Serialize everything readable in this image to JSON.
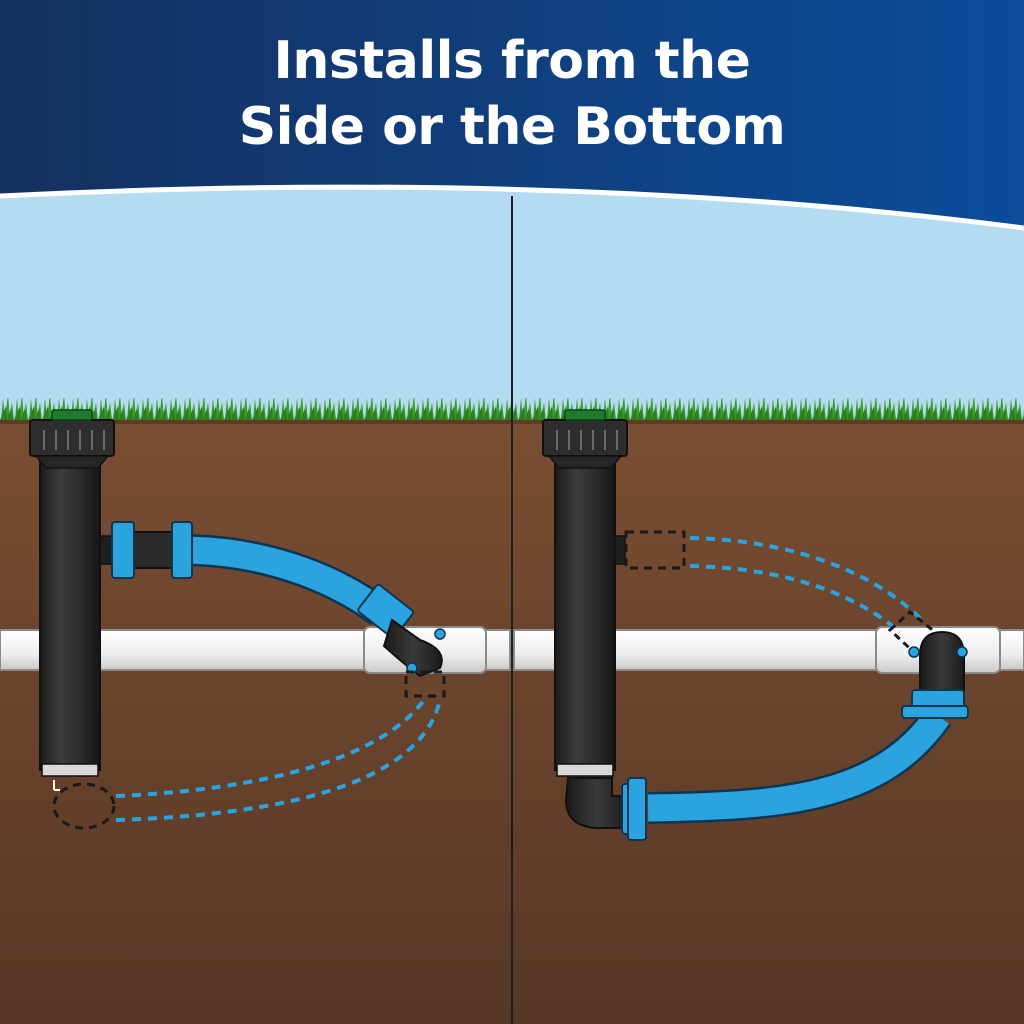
{
  "header": {
    "title_line1": "Installs from the",
    "title_line2": "Side or the Bottom"
  },
  "panels": [
    {
      "name": "side-inlet-installation",
      "active_connection": "side",
      "alternate_connection": "bottom"
    },
    {
      "name": "bottom-inlet-installation",
      "active_connection": "bottom",
      "alternate_connection": "side"
    }
  ],
  "colors": {
    "banner_dark": "#14305f",
    "banner_light": "#0b4d9b",
    "sky": "#b3dcf3",
    "grass": "#3e9a2a",
    "soil_top": "#7a4e32",
    "soil_bottom": "#5a3a27",
    "sprinkler_body": "#2b2b2b",
    "sprinkler_cap": "#1f7a2e",
    "flex_pipe": "#2aa3df",
    "flex_pipe_outline": "#0d3550",
    "main_pipe": "#f2f2f2",
    "dashed_alternate": "#2aa3df"
  }
}
